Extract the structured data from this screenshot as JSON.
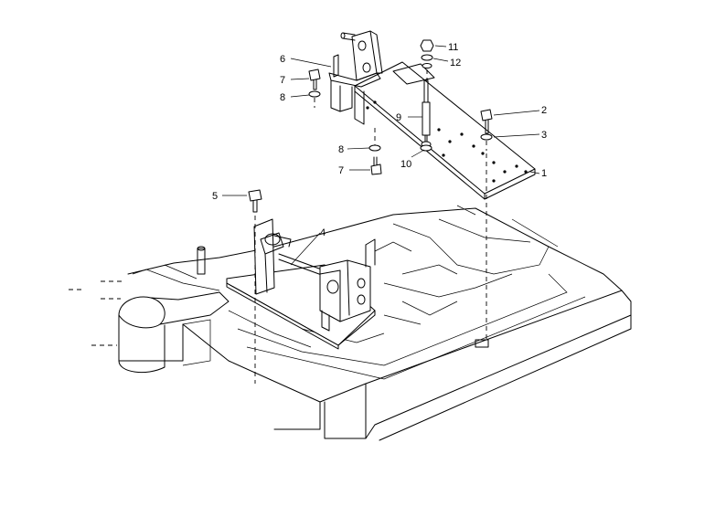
{
  "callouts": [
    {
      "id": "1",
      "text": "1"
    },
    {
      "id": "2",
      "text": "2"
    },
    {
      "id": "3",
      "text": "3"
    },
    {
      "id": "4",
      "text": "4"
    },
    {
      "id": "5",
      "text": "5"
    },
    {
      "id": "6",
      "text": "6"
    },
    {
      "id": "7a",
      "text": "7"
    },
    {
      "id": "8a",
      "text": "8"
    },
    {
      "id": "9",
      "text": "9"
    },
    {
      "id": "10",
      "text": "10"
    },
    {
      "id": "11",
      "text": "11"
    },
    {
      "id": "12",
      "text": "12"
    },
    {
      "id": "8b",
      "text": "8"
    },
    {
      "id": "7b",
      "text": "7"
    }
  ]
}
